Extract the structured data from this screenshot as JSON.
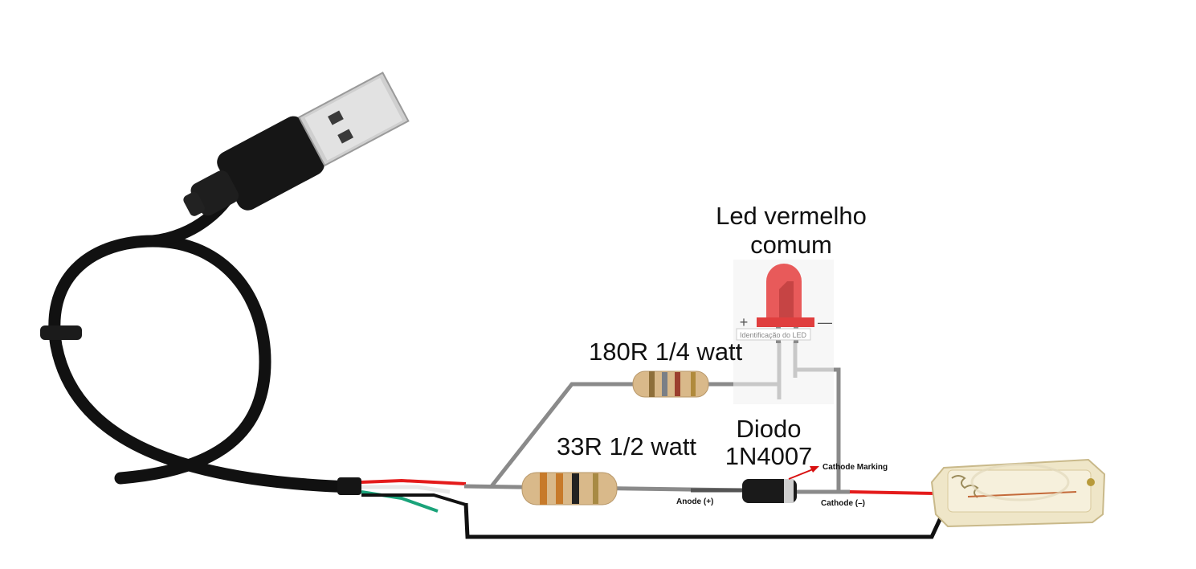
{
  "labels": {
    "led_title_line1": "Led vermelho",
    "led_title_line2": "comum",
    "led_plus": "+",
    "led_minus": "—",
    "led_id": "Identificação do LED",
    "resistor_180": "180R 1/4 watt",
    "resistor_33": "33R 1/2 watt",
    "diode_line1": "Diodo",
    "diode_line2": "1N4007",
    "cathode_marking": "Cathode Marking",
    "anode": "Anode (+)",
    "cathode": "Cathode (–)"
  },
  "colors": {
    "cable": "#111111",
    "lead_wire": "#8a8a8a",
    "red_wire": "#e41b1b",
    "green_wire": "#1aa37a",
    "white_wire": "#e8e8e8",
    "led_body": "#e85a5a",
    "resistor_body": "#d9b98a",
    "diode_body": "#1a1a1a",
    "arrow": "#d81010"
  },
  "icons": {
    "usb_plug": "usb-a-plug-icon",
    "battery_holder": "aa-battery-holder-icon"
  }
}
